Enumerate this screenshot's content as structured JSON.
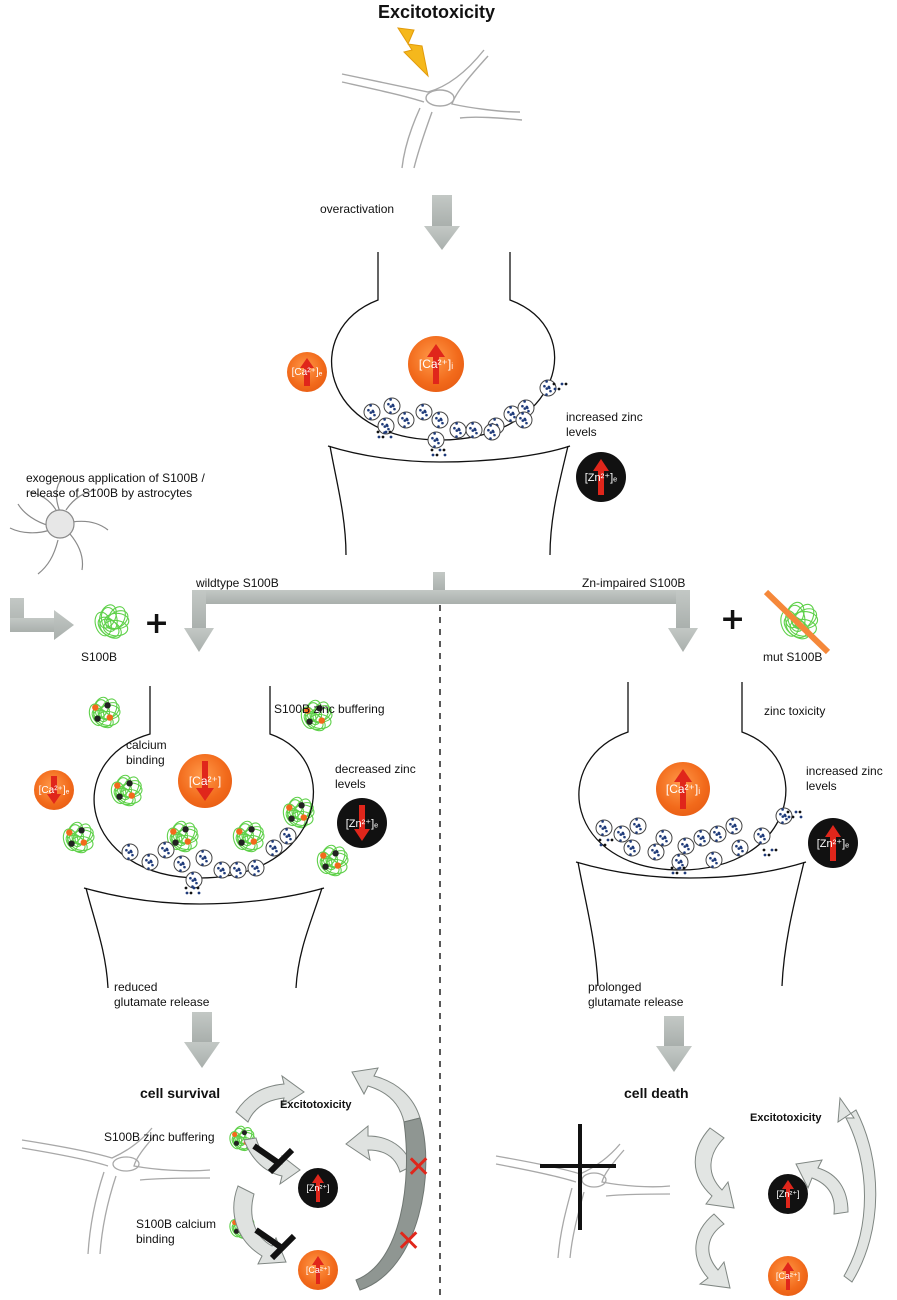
{
  "titles": {
    "main": "Excitotoxicity",
    "survival": "cell survival",
    "death": "cell death",
    "cycle_left": "Excitotoxicity",
    "cycle_right": "Excitotoxicity"
  },
  "labels": {
    "overactivation": "overactivation",
    "increased_zinc_top_1": "increased zinc",
    "increased_zinc_top_2": "levels",
    "exogenous_1": "exogenous application of S100B /",
    "exogenous_2": "release of S100B by astrocytes",
    "s100b": "S100B",
    "wildtype": "wildtype S100B",
    "zn_impaired": "Zn-impaired S100B",
    "mut_s100b": "mut S100B",
    "s100b_zinc_buffering": "S100B zinc buffering",
    "calcium_binding_1": "calcium",
    "calcium_binding_2": "binding",
    "decreased_zinc_1": "decreased zinc",
    "decreased_zinc_2": "levels",
    "zinc_toxicity": "zinc toxicity",
    "increased_zinc_right_1": "increased zinc",
    "increased_zinc_right_2": "levels",
    "reduced_release_1": "reduced",
    "reduced_release_2": "glutamate release",
    "prolonged_release_1": "prolonged",
    "prolonged_release_2": "glutamate release",
    "bottom_zinc_buffering": "S100B zinc buffering",
    "bottom_calcium_binding_1": "S100B calcium",
    "bottom_calcium_binding_2": "binding"
  },
  "ions": {
    "ca_e": "[Ca²⁺]ₑ",
    "ca_i": "[Ca²⁺]ᵢ",
    "zn_e": "[Zn²⁺]ₑ",
    "ca_small": "[Ca²⁺]",
    "zn_small": "[Zn²⁺]"
  },
  "colors": {
    "calcium": "#f26a1b",
    "zinc": "#111111",
    "arrow_up_down": "#e0261b",
    "protein": "#5fd14a",
    "flow_arrow": "#b9bfbc",
    "lightning": "#f5b81c",
    "blocked_x": "#e0261b"
  }
}
